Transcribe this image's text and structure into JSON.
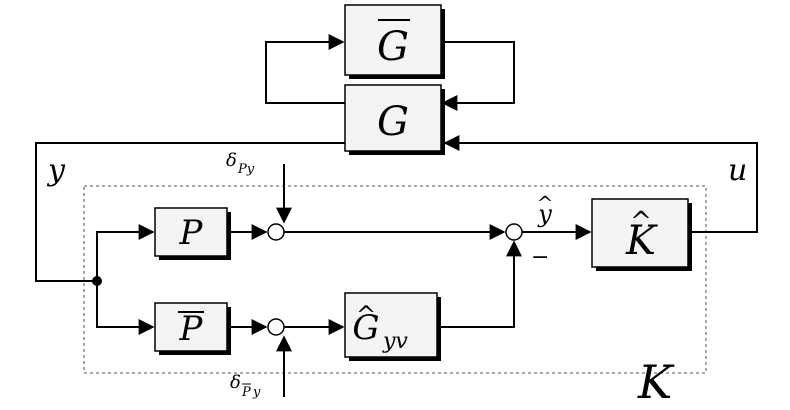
{
  "blocks": {
    "G_bar": {
      "letter": "G"
    },
    "G": {
      "letter": "G"
    },
    "K_hat": {
      "letter": "K",
      "accent": "^"
    },
    "P": {
      "letter": "P"
    },
    "P_bar": {
      "letter": "P"
    },
    "G_hat_yv": {
      "letter": "G",
      "accent": "^",
      "subscript": "yv"
    }
  },
  "signals": {
    "y": "y",
    "u": "u",
    "y_hat": {
      "letter": "y",
      "accent": "^"
    },
    "minus_sign": "−",
    "delta_Py": {
      "letter": "δ",
      "sub": "Py"
    },
    "delta_Pbar_y": {
      "letter": "δ",
      "sub_bar": "P",
      "sub_rest": "y"
    }
  },
  "frame_label": "K"
}
